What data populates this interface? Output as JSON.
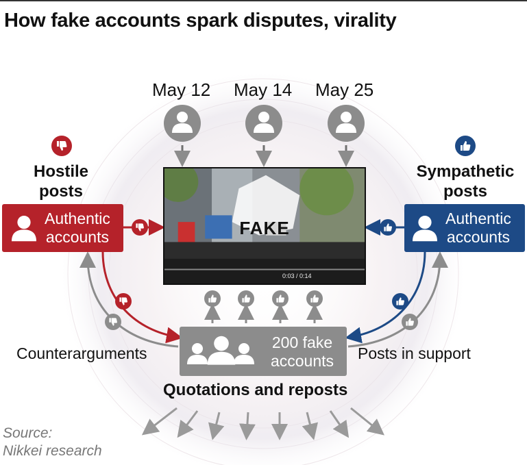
{
  "title": "How fake accounts spark disputes, virality",
  "dates": [
    "May 12",
    "May 14",
    "May 25"
  ],
  "hostile": {
    "heading_line1": "Hostile",
    "heading_line2": "posts",
    "box_line1": "Authentic",
    "box_line2": "accounts"
  },
  "sympathetic": {
    "heading_line1": "Sympathetic",
    "heading_line2": "posts",
    "box_line1": "Authentic",
    "box_line2": "accounts"
  },
  "video": {
    "label": "FAKE",
    "time": "0:03 / 0:14"
  },
  "fake_accounts": {
    "line1": "200 fake",
    "line2": "accounts"
  },
  "counterarguments": "Counterarguments",
  "posts_in_support": "Posts in support",
  "quotations": "Quotations and reposts",
  "source_line1": "Source:",
  "source_line2": "Nikkei research",
  "colors": {
    "hostile": "#b5222a",
    "sympathetic": "#1d4a86",
    "gray": "#8c8c8c",
    "dark_gray": "#707070"
  }
}
